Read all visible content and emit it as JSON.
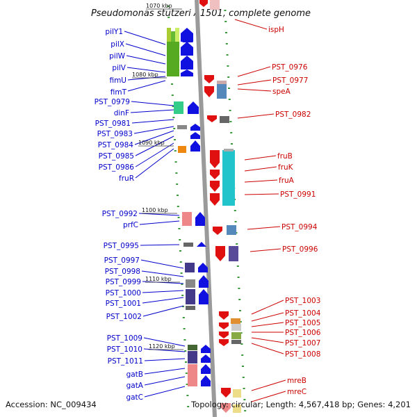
{
  "title": "Pseudomonas stutzeri A1501, complete genome",
  "footer": {
    "accession": "Accession: NC_009434",
    "topology": "Topology: circular; Length: 4,567,418 bp; Genes: 4,201"
  },
  "ticks": [
    "1070 kbp",
    "1080 kbp",
    "1090 kbp",
    "1100 kbp",
    "1110 kbp",
    "1120 kbp"
  ],
  "colors": {
    "left_labels": "#0000cc",
    "right_labels": "#cc0000",
    "backbone": "#999999",
    "forward_strand_arrow": "#1010e0",
    "reverse_strand_arrow": "#e01010"
  },
  "left_labels": [
    "pilY1",
    "pilX",
    "pilW",
    "pilV",
    "fimU",
    "fimT",
    "PST_0979",
    "dinF",
    "PST_0981",
    "PST_0983",
    "PST_0984",
    "PST_0985",
    "PST_0986",
    "fruR",
    "PST_0992",
    "prfC",
    "PST_0995",
    "PST_0997",
    "PST_0998",
    "PST_0999",
    "PST_1000",
    "PST_1001",
    "PST_1002",
    "PST_1009",
    "PST_1010",
    "PST_1011",
    "gatB",
    "gatA",
    "gatC"
  ],
  "right_labels": [
    "ispH",
    "PST_0976",
    "PST_0977",
    "speA",
    "PST_0982",
    "fruB",
    "fruK",
    "fruA",
    "PST_0991",
    "PST_0994",
    "PST_0996",
    "PST_1003",
    "PST_1004",
    "PST_1005",
    "PST_1006",
    "PST_1007",
    "PST_1008",
    "mreB",
    "mreC"
  ]
}
